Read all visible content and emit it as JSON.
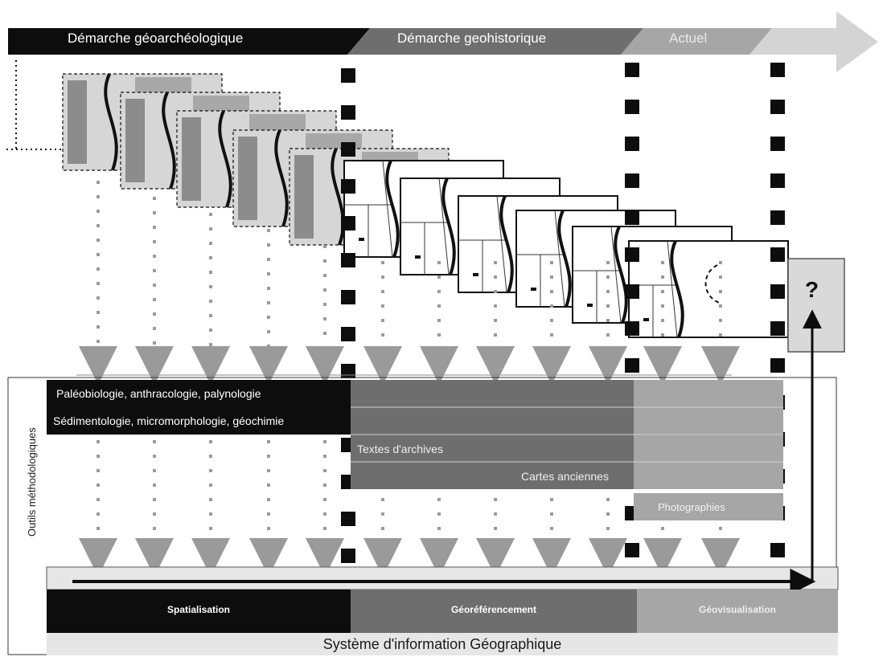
{
  "banner": {
    "phases": [
      {
        "label": "Démarche géoarchéologique",
        "color": "#0d0d0d"
      },
      {
        "label": "Démarche geohistorique",
        "color": "#6e6e6e"
      },
      {
        "label": "Actuel",
        "color": "#a6a6a6"
      },
      {
        "label": "",
        "color": "#cdcdcd"
      }
    ]
  },
  "tools": {
    "side_label": "Outils méthodologiques",
    "rows": [
      {
        "label": "Paléobiologie, anthracologie, palynologie"
      },
      {
        "label": "Sédimentologie, micromorphologie, géochimie"
      },
      {
        "label": "Textes d'archives"
      },
      {
        "label": "Cartes anciennes"
      },
      {
        "label": "Photographies"
      }
    ]
  },
  "axis": {
    "segments": [
      {
        "label": "Spatialisation",
        "color": "#0d0d0d"
      },
      {
        "label": "Géoréférencement",
        "color": "#6e6e6e"
      },
      {
        "label": "Géovisualisation",
        "color": "#a6a6a6"
      }
    ],
    "sig_title": "Système d'information Géographique"
  },
  "future": {
    "symbol": "?"
  },
  "colors": {
    "black": "#0d0d0d",
    "dark_gray": "#6e6e6e",
    "mid_gray": "#a6a6a6",
    "light_gray": "#d9d9d9",
    "arrow_gray": "#9a9a9a"
  }
}
